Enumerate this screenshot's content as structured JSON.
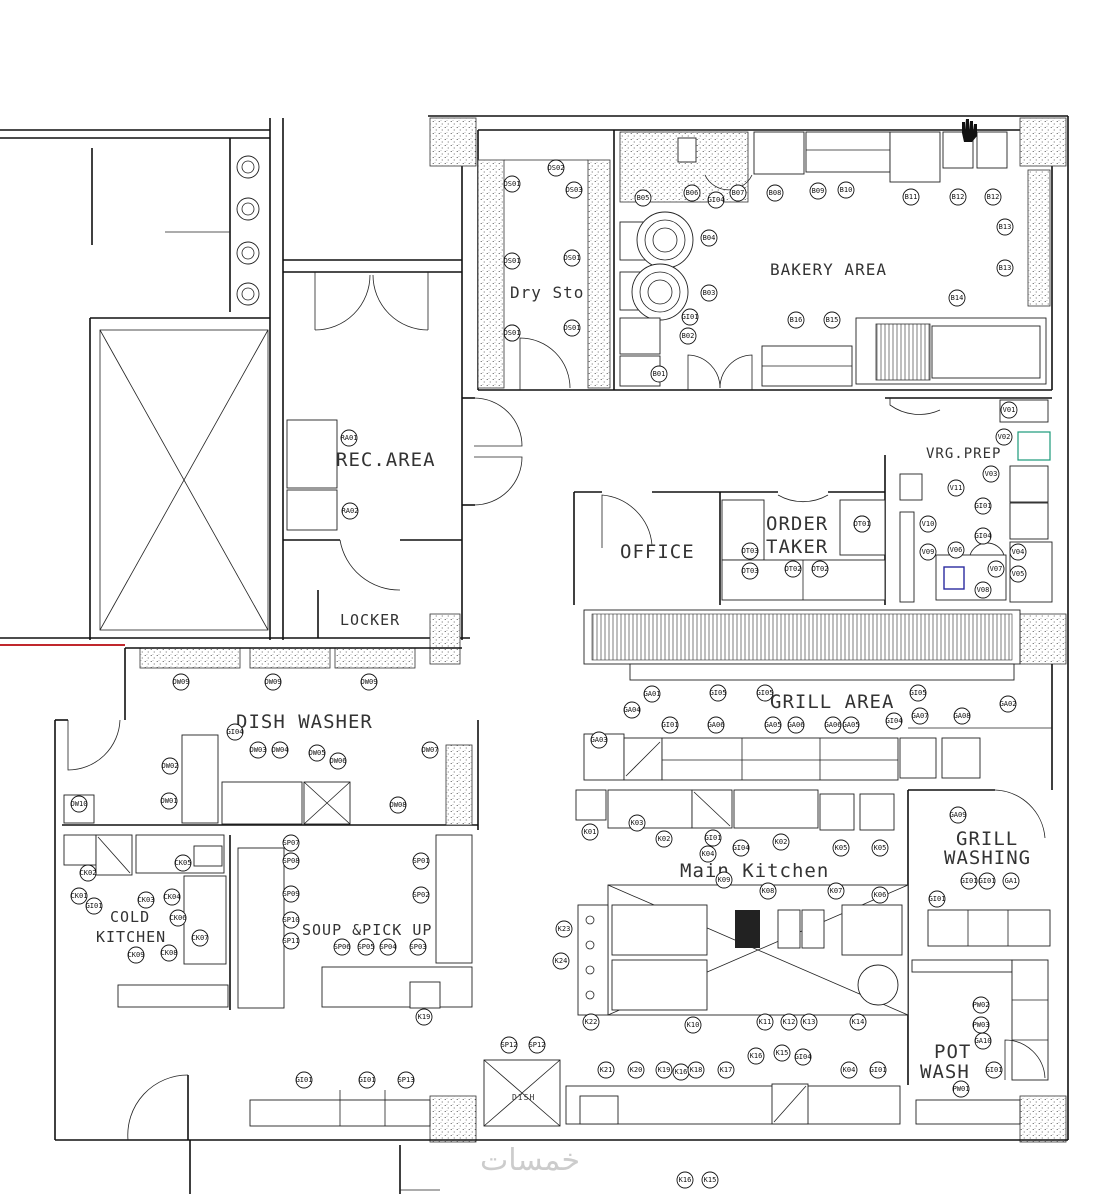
{
  "rooms": [
    {
      "id": "rec-area",
      "label": "REC.AREA"
    },
    {
      "id": "locker",
      "label": "LOCKER"
    },
    {
      "id": "dry-store",
      "label": "Dry Sto"
    },
    {
      "id": "bakery-area",
      "label": "BAKERY AREA"
    },
    {
      "id": "vrg-prep",
      "label": "VRG.PREP"
    },
    {
      "id": "office",
      "label": "OFFICE"
    },
    {
      "id": "order-taker-1",
      "label": "ORDER"
    },
    {
      "id": "order-taker-2",
      "label": "TAKER"
    },
    {
      "id": "grill-area",
      "label": "GRILL AREA"
    },
    {
      "id": "dish-washer",
      "label": "DISH WASHER"
    },
    {
      "id": "main-kitchen",
      "label": "Main Kitchen"
    },
    {
      "id": "grill-washing-1",
      "label": "GRILL"
    },
    {
      "id": "grill-washing-2",
      "label": "WASHING"
    },
    {
      "id": "cold-kitchen-1",
      "label": "COLD"
    },
    {
      "id": "cold-kitchen-2",
      "label": "KITCHEN"
    },
    {
      "id": "soup-pick-up",
      "label": "SOUP &PICK UP"
    },
    {
      "id": "pot-wash-1",
      "label": "POT"
    },
    {
      "id": "pot-wash-2",
      "label": "WASH"
    },
    {
      "id": "dish-label",
      "label": "DISH"
    }
  ],
  "equipment_tags": [
    "DS02",
    "DS03",
    "DS01",
    "DS01",
    "DS01",
    "DS01",
    "DS01",
    "DS01",
    "B05",
    "B06",
    "B07",
    "B08",
    "B09",
    "B10",
    "B11",
    "B12",
    "B12",
    "B13",
    "B13",
    "B14",
    "B15",
    "B16",
    "B04",
    "B03",
    "B02",
    "B01",
    "GI01",
    "GI04",
    "RA01",
    "RA02",
    "V01",
    "V02",
    "V03",
    "V04",
    "V05",
    "V06",
    "V07",
    "V08",
    "V09",
    "V10",
    "V11",
    "GI01",
    "GI04",
    "OT01",
    "OT01",
    "OT02",
    "OT02",
    "OT03",
    "OT03",
    "GA01",
    "GA02",
    "GI05",
    "GI05",
    "GI05",
    "GA04",
    "GA03",
    "GI01",
    "GA06",
    "GA05",
    "GA06",
    "GA06",
    "GA05",
    "GI04",
    "GA07",
    "GA08",
    "GA09",
    "DW09",
    "DW09",
    "DW09",
    "DW02",
    "DW01",
    "DW03",
    "DW04",
    "DW05",
    "DW06",
    "DW07",
    "DW08",
    "GI04",
    "DW10",
    "K01",
    "K02",
    "K03",
    "GI01",
    "K04",
    "K02",
    "GI04",
    "K05",
    "K05",
    "CK01",
    "CK02",
    "CK03",
    "CK04",
    "CK05",
    "CK06",
    "CK07",
    "CK08",
    "CK09",
    "GI01",
    "SP07",
    "SP08",
    "SP09",
    "SP10",
    "SP11",
    "SP01",
    "SP02",
    "SP03",
    "SP04",
    "SP05",
    "SP06",
    "K19",
    "K06",
    "K07",
    "K08",
    "K09",
    "K10",
    "K11",
    "K12",
    "K13",
    "K14",
    "K16",
    "K22",
    "K23",
    "K24",
    "GI01",
    "GI01",
    "GA1",
    "GI01",
    "GI01",
    "GA10",
    "PW01",
    "PW02",
    "PW03",
    "GI01",
    "GI01",
    "SP13",
    "SP12",
    "SP12",
    "K21",
    "K20",
    "K19",
    "K18",
    "K17",
    "K16",
    "K15",
    "GI04",
    "K04",
    "GI01",
    "K16",
    "K15"
  ],
  "icons": [
    "dot-hatch-column",
    "hand-cursor-icon",
    "sink-icon"
  ],
  "watermark": "خمسات"
}
